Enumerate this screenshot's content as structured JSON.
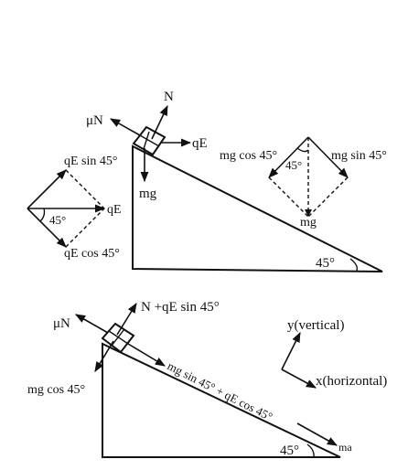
{
  "top": {
    "labels": {
      "normal": "N",
      "friction": "μN",
      "electric": "qE",
      "gravity": "mg",
      "incline_angle": "45°"
    },
    "electric_resolution": {
      "component_up": "qE sin 45°",
      "resultant": "qE",
      "angle": "45°",
      "component_down": "qE cos 45°"
    },
    "gravity_resolution": {
      "left_component": "mg cos 45°",
      "right_component": "mg sin 45°",
      "angle": "45°",
      "resultant": "mg"
    }
  },
  "bottom": {
    "labels": {
      "normal_plus": "N +qE sin 45°",
      "friction": "μN",
      "mg_cos": "mg cos 45°",
      "along_incline": "mg sin 45° + qE cos 45°",
      "acceleration": "ma",
      "incline_angle": "45°"
    },
    "axes": {
      "y_label": "y(vertical)",
      "x_label": "x(horizontal)"
    }
  }
}
